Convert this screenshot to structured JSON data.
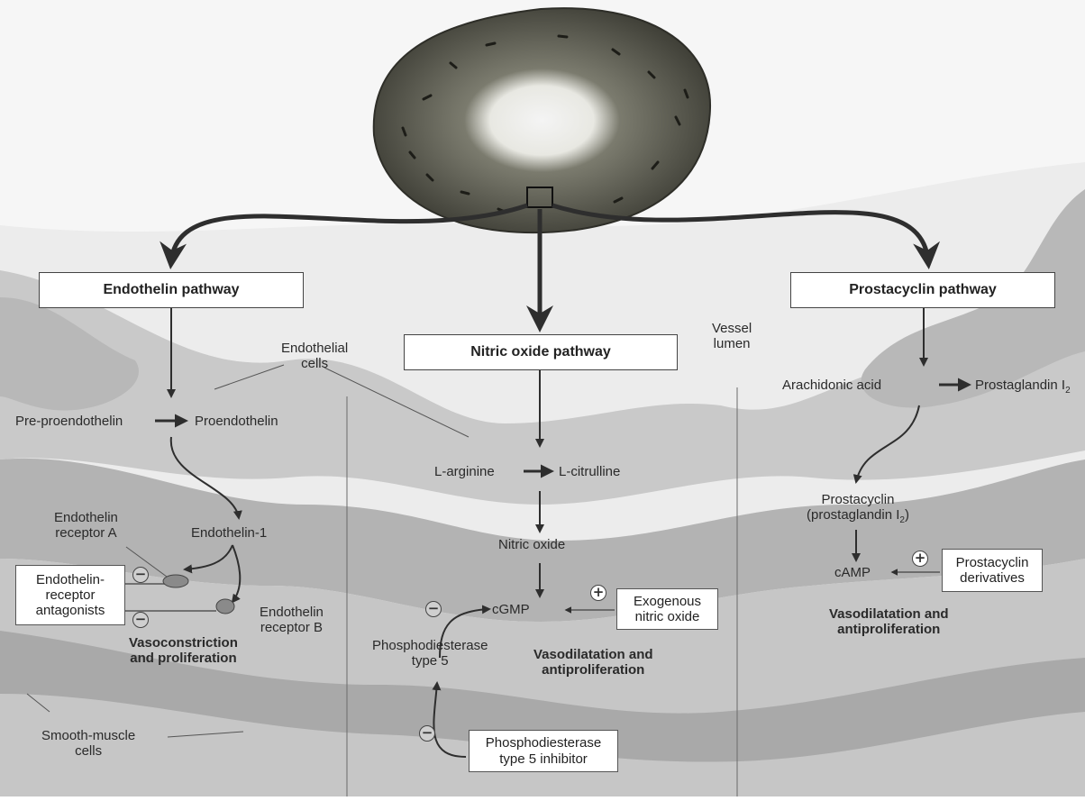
{
  "pathways": {
    "endothelin": "Endothelin pathway",
    "nitric_oxide": "Nitric oxide pathway",
    "prostacyclin": "Prostacyclin pathway"
  },
  "labels": {
    "vessel_lumen": "Vessel\nlumen",
    "endothelial_cells": "Endothelial\ncells",
    "smooth_muscle_cells": "Smooth-muscle\ncells"
  },
  "endothelin": {
    "pre_proendothelin": "Pre-proendothelin",
    "proendothelin": "Proendothelin",
    "endothelin_1": "Endothelin-1",
    "receptor_a": "Endothelin\nreceptor A",
    "receptor_b": "Endothelin\nreceptor B",
    "antagonists": "Endothelin-\nreceptor\nantagonists",
    "effect": "Vasoconstriction\nand proliferation"
  },
  "nitric_oxide": {
    "l_arginine": "L-arginine",
    "l_citrulline": "L-citrulline",
    "nitric_oxide": "Nitric oxide",
    "cgmp": "cGMP",
    "exogenous": "Exogenous\nnitric oxide",
    "pde5": "Phosphodiesterase\ntype 5",
    "pde5_inhibitor": "Phosphodiesterase\ntype 5 inhibitor",
    "effect": "Vasodilatation and\nantiproliferation"
  },
  "prostacyclin": {
    "arachidonic": "Arachidonic acid",
    "pgi2": "Prostaglandin I",
    "pgi2_sub": "2",
    "prostacyclin": "Prostacyclin\n(prostaglandin I",
    "prostacyclin_sub": "2",
    "prostacyclin_close": ")",
    "camp": "cAMP",
    "derivatives": "Prostacyclin\nderivatives",
    "effect": "Vasodilatation and\nantiproliferation"
  },
  "signs": {
    "plus": "+",
    "minus": "−"
  },
  "colors": {
    "tissue_light": "#d9d9d9",
    "tissue_mid": "#bdbdbd",
    "tissue_dark": "#9a9a9a",
    "arrow": "#2e2e2e",
    "vessel_outer": "#4a4a40",
    "vessel_inner": "#f2f2f2"
  }
}
